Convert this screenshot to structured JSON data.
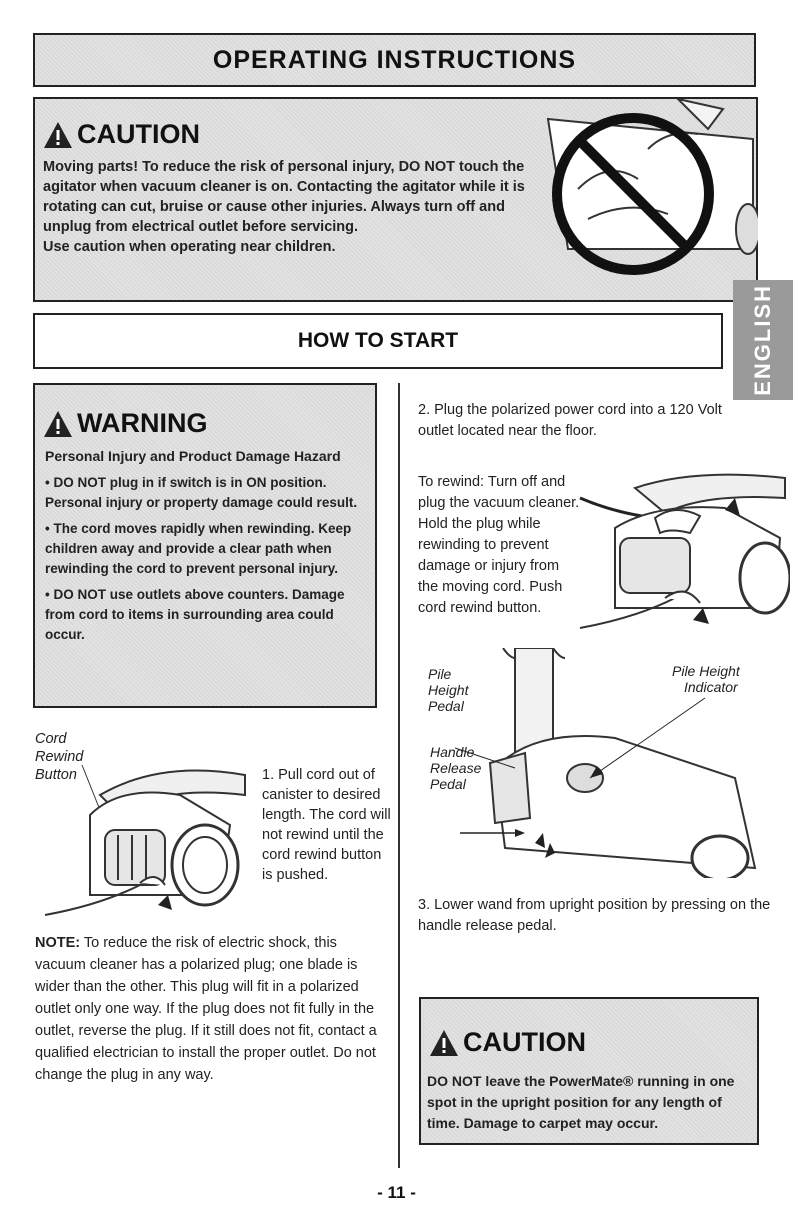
{
  "header": {
    "title": "OPERATING INSTRUCTIONS"
  },
  "top_caution": {
    "title": "CAUTION",
    "paragraph1": "Moving parts! To reduce the risk of personal injury, DO NOT touch the agitator when vacuum cleaner is on. Contacting the agitator while it is rotating can cut, bruise or cause other injuries. Always turn off and unplug from electrical outlet before servicing.",
    "paragraph2": "Use caution when operating near children."
  },
  "language_tab": "ENGLISH",
  "section_title": "HOW TO START",
  "warning": {
    "title": "WARNING",
    "subtitle": "Personal Injury and Product Damage Hazard",
    "items": [
      "• DO NOT plug in if switch is in ON position. Personal injury or property damage could result.",
      "• The cord moves rapidly when rewinding. Keep children away and provide a clear path when rewinding the cord to prevent personal injury.",
      "• DO NOT use outlets above counters. Damage from cord to items in surrounding area could occur."
    ]
  },
  "cord_image_label": [
    "Cord",
    "Rewind",
    "Button"
  ],
  "step1": "1. Pull cord out of canister to desired length. The cord will not rewind until the cord rewind button is pushed.",
  "note": {
    "label": "NOTE:",
    "text": " To reduce the risk of electric shock, this vacuum cleaner has a polarized plug; one blade is wider than the other. This plug will fit in a polarized outlet only one way. If the plug does not fit fully in the outlet, reverse the plug. If it still does not fit, contact a qualified electrician to install the proper outlet. Do not change the plug in any way."
  },
  "step2": "2. Plug the polarized power cord into a 120 Volt outlet located near the floor.",
  "rewind": {
    "label": "To rewind:",
    "text": " Turn off and plug the vacuum cleaner. Hold the plug while rewinding to prevent damage or injury from the moving cord. Push cord rewind button."
  },
  "upright_labels": {
    "pile_height_pedal": [
      "Pile",
      "Height",
      "Pedal"
    ],
    "pile_height_indicator": [
      "Pile Height",
      "Indicator"
    ],
    "handle_release_pedal": [
      "Handle",
      "Release",
      "Pedal"
    ]
  },
  "step3": "3. Lower wand from upright position by pressing on the handle release pedal.",
  "bottom_caution": {
    "title": "CAUTION",
    "text": "DO NOT leave the PowerMate® running in one spot in the upright position for any length of time. Damage to carpet may occur."
  },
  "page_number": "- 11 -",
  "colors": {
    "shade": "#e2e2e2",
    "tab": "#9a9a9a",
    "border": "#222222"
  }
}
